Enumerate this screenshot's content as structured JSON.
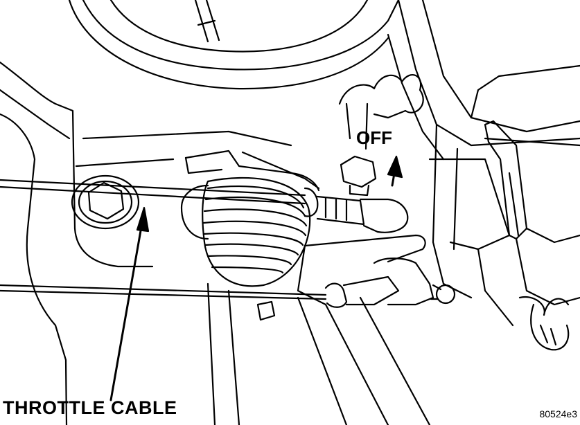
{
  "labels": {
    "off": "OFF",
    "throttle_cable": "THROTTLE CABLE",
    "figure_ref": "80524e3"
  },
  "colors": {
    "ink": "#000000",
    "paper": "#ffffff"
  }
}
